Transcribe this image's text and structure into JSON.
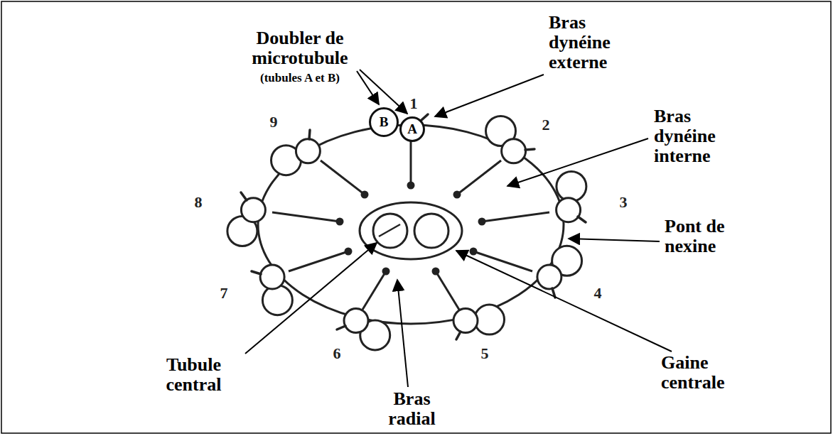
{
  "diagram": {
    "nodes": [
      {
        "text": [
          "B"
        ]
      },
      {
        "text": [
          "A"
        ]
      }
    ],
    "labels": [
      "Doubler de microtubule",
      "(tubules A et B)",
      "Bras dynéine externe",
      "Bras dynéine interne",
      "Pont de nexine",
      "Tubule central",
      "Gaine centrale",
      "Bras radial",
      "1",
      "2",
      "3",
      "4",
      "5",
      "6",
      "7",
      "8",
      "9"
    ]
  }
}
